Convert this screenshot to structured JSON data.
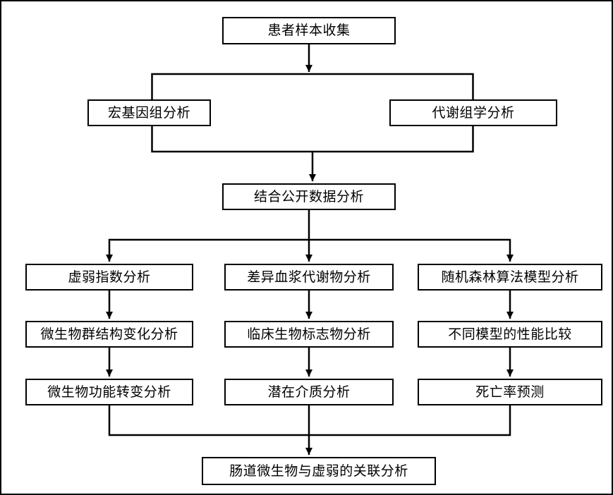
{
  "diagram": {
    "type": "flowchart",
    "colors": {
      "background": "#ffffff",
      "line": "#000000",
      "box_border": "#000000",
      "box_fill": "#ffffff",
      "text": "#000000"
    },
    "nodes": {
      "collect": {
        "label": "患者样本收集"
      },
      "metagenomics": {
        "label": "宏基因组分析"
      },
      "metabolomics": {
        "label": "代谢组学分析"
      },
      "public_data": {
        "label": "结合公开数据分析"
      },
      "frailty_index": {
        "label": "虚弱指数分析"
      },
      "microbiome_structure": {
        "label": "微生物群结构变化分析"
      },
      "microbiome_function": {
        "label": "微生物功能转变分析"
      },
      "plasma_metabolites": {
        "label": "差异血浆代谢物分析"
      },
      "clinical_biomarkers": {
        "label": "临床生物标志物分析"
      },
      "mediation": {
        "label": "潜在介质分析"
      },
      "random_forest": {
        "label": "随机森林算法模型分析"
      },
      "model_comparison": {
        "label": "不同模型的性能比较"
      },
      "mortality": {
        "label": "死亡率预测"
      },
      "association": {
        "label": "肠道微生物与虚弱的关联分析"
      }
    },
    "edges": [
      {
        "from": "collect",
        "to": "metagenomics"
      },
      {
        "from": "collect",
        "to": "metabolomics"
      },
      {
        "from": "metagenomics",
        "to": "public_data"
      },
      {
        "from": "metabolomics",
        "to": "public_data"
      },
      {
        "from": "public_data",
        "to": "frailty_index"
      },
      {
        "from": "public_data",
        "to": "plasma_metabolites"
      },
      {
        "from": "public_data",
        "to": "random_forest"
      },
      {
        "from": "frailty_index",
        "to": "microbiome_structure"
      },
      {
        "from": "microbiome_structure",
        "to": "microbiome_function"
      },
      {
        "from": "plasma_metabolites",
        "to": "clinical_biomarkers"
      },
      {
        "from": "clinical_biomarkers",
        "to": "mediation"
      },
      {
        "from": "random_forest",
        "to": "model_comparison"
      },
      {
        "from": "model_comparison",
        "to": "mortality"
      },
      {
        "from": "microbiome_function",
        "to": "association"
      },
      {
        "from": "mediation",
        "to": "association"
      },
      {
        "from": "mortality",
        "to": "association"
      }
    ]
  }
}
